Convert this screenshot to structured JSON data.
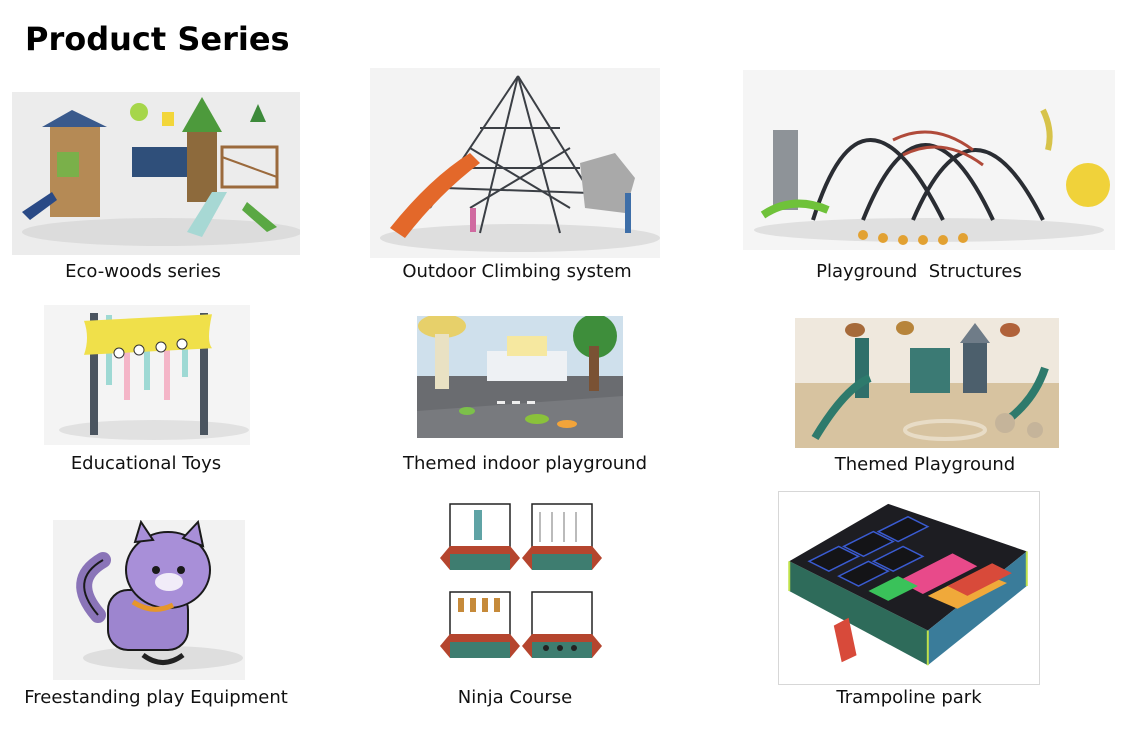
{
  "page": {
    "title": "Product Series"
  },
  "products": [
    {
      "label": "Eco-woods series",
      "image": "eco-woods-playground-image"
    },
    {
      "label": "Outdoor Climbing system",
      "image": "climbing-net-pyramid-image"
    },
    {
      "label": "Playground  Structures",
      "image": "playground-structures-image"
    },
    {
      "label": "Educational Toys",
      "image": "educational-xylophone-panel-image"
    },
    {
      "label": "Themed indoor playground",
      "image": "themed-indoor-city-image"
    },
    {
      "label": "Themed Playground",
      "image": "dinosaur-themed-playground-image"
    },
    {
      "label": "Freestanding play Equipment",
      "image": "purple-cat-spring-rider-image"
    },
    {
      "label": "Ninja Course",
      "image": "ninja-course-modules-image"
    },
    {
      "label": "Trampoline park",
      "image": "trampoline-park-image"
    }
  ]
}
